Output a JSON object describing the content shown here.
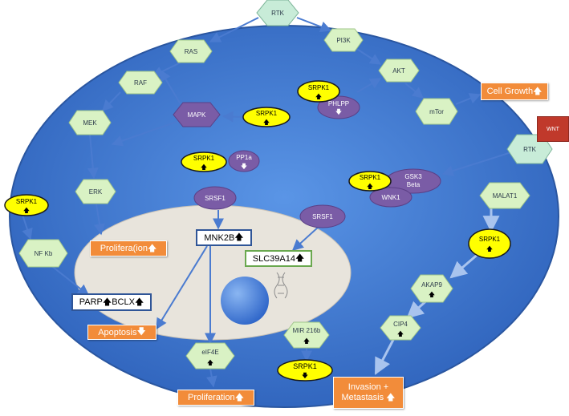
{
  "nodes": {
    "rtk_top": "RTK",
    "ras": "RAS",
    "raf": "RAF",
    "mek": "MEK",
    "erk": "ERK",
    "nfkb": "NF Kb",
    "pi3k": "PI3K",
    "akt": "AKT",
    "mtor": "mTor",
    "rtk_right": "RTK",
    "malat1": "MALAT1",
    "akap9": "AKAP9",
    "cip4": "CIP4",
    "mir216b": "MIR 216b",
    "eif4e": "eIF4E",
    "mapk": "MAPK",
    "pp1a": "PP1a",
    "srsf1_a": "SRSF1",
    "srsf1_b": "SRSF1",
    "gsk3": "GSK3",
    "gsk3_2": "Beta",
    "wnk1": "WNK1",
    "phlpp": "PHLPP",
    "srpk1": "SRPK1",
    "wnt": "WNT"
  },
  "outcomes": {
    "cell_growth": "Cell Growth",
    "proliferation_mid": "Prolifera(ion",
    "apoptosis": "Apoptosis",
    "proliferation_bottom": "Proliferation",
    "invasion_1": "Invasion +",
    "invasion_2": "Metastasis"
  },
  "boxes": {
    "mnk2b": "MNK2B",
    "slc39a14": "SLC39A14",
    "parp": "PARP",
    "bclx": "BCLX"
  },
  "arrows": {
    "up": "🡅",
    "down": "🡇"
  },
  "colors": {
    "cell": "#3a74d0",
    "nucleus": "#e8e4dc",
    "hexagon": "#d9f2c4",
    "protein": "#7a5ca6",
    "srpk1": "#ffff00",
    "outcome": "#f28c3a",
    "wnt": "#c0392b",
    "arrow": "#4a7bd0"
  }
}
